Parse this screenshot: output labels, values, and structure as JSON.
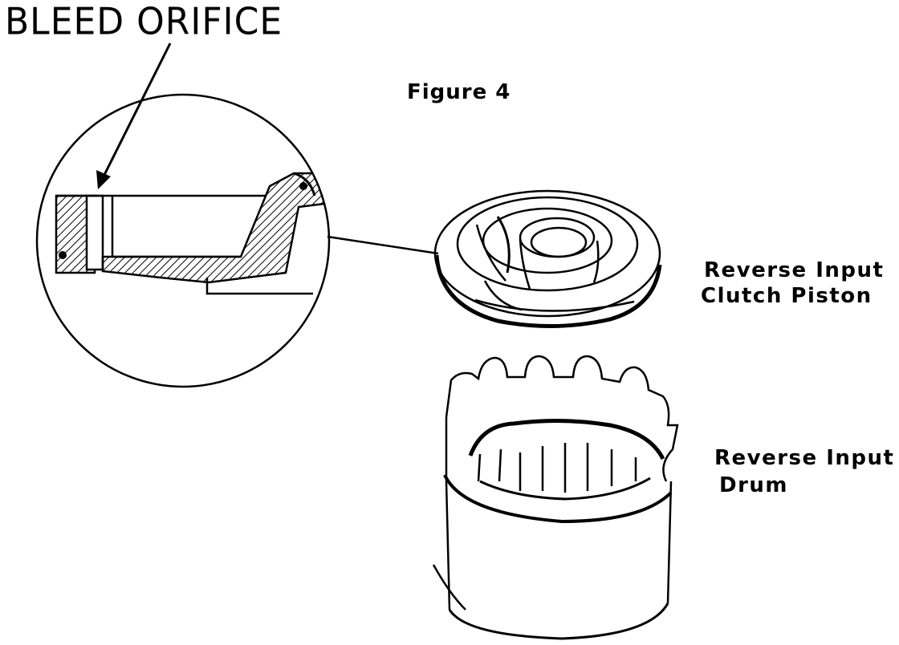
{
  "figure": {
    "callout_label": "BLEED ORIFICE",
    "title": "Figure 4",
    "parts": [
      {
        "label_line1": "Reverse Input",
        "label_line2": "Clutch Piston"
      },
      {
        "label_line1": "Reverse Input",
        "label_line2": "Drum"
      }
    ]
  }
}
